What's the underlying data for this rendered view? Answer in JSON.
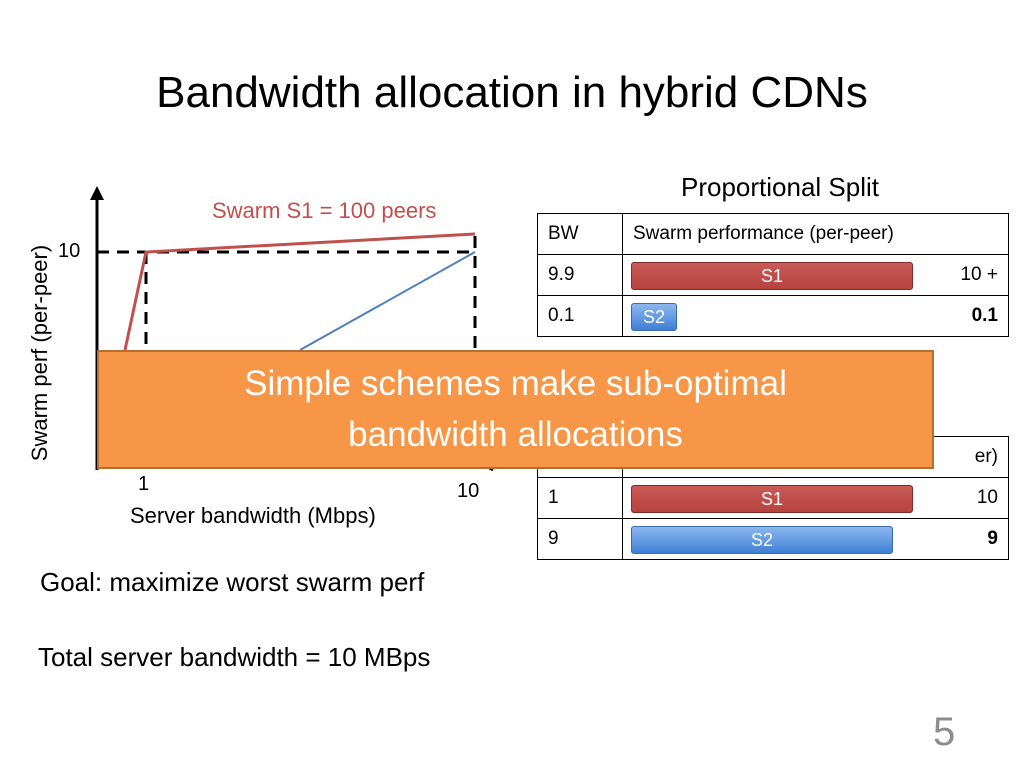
{
  "slide": {
    "title": "Bandwidth allocation in hybrid CDNs",
    "number": "5"
  },
  "graph": {
    "swarm_label": "Swarm S1 = 100 peers",
    "y_label": "Swarm perf (per-peer)",
    "y_tick": "10",
    "x_tick_1": "1",
    "x_tick_10": "10",
    "x_label": "Server bandwidth (Mbps)",
    "colors": {
      "s1_line": "#c0504d",
      "s2_line": "#4f81bd"
    }
  },
  "table1": {
    "title": "Proportional Split",
    "header_bw": "BW",
    "header_perf": "Swarm performance (per-peer)",
    "rows": [
      {
        "bw": "9.9",
        "bar": "S1",
        "value": "10 +"
      },
      {
        "bw": "0.1",
        "bar": "S2",
        "value": "0.1"
      }
    ]
  },
  "table2": {
    "header_perf_partial": "er)",
    "rows": [
      {
        "bw": "1",
        "bar": "S1",
        "value": "10"
      },
      {
        "bw": "9",
        "bar": "S2",
        "value": "9"
      }
    ]
  },
  "callout": {
    "line1": "Simple schemes make sub-optimal",
    "line2": "bandwidth allocations",
    "color": "#f79646"
  },
  "goal": "Goal: maximize worst swarm perf",
  "total": "Total server bandwidth = 10 MBps"
}
